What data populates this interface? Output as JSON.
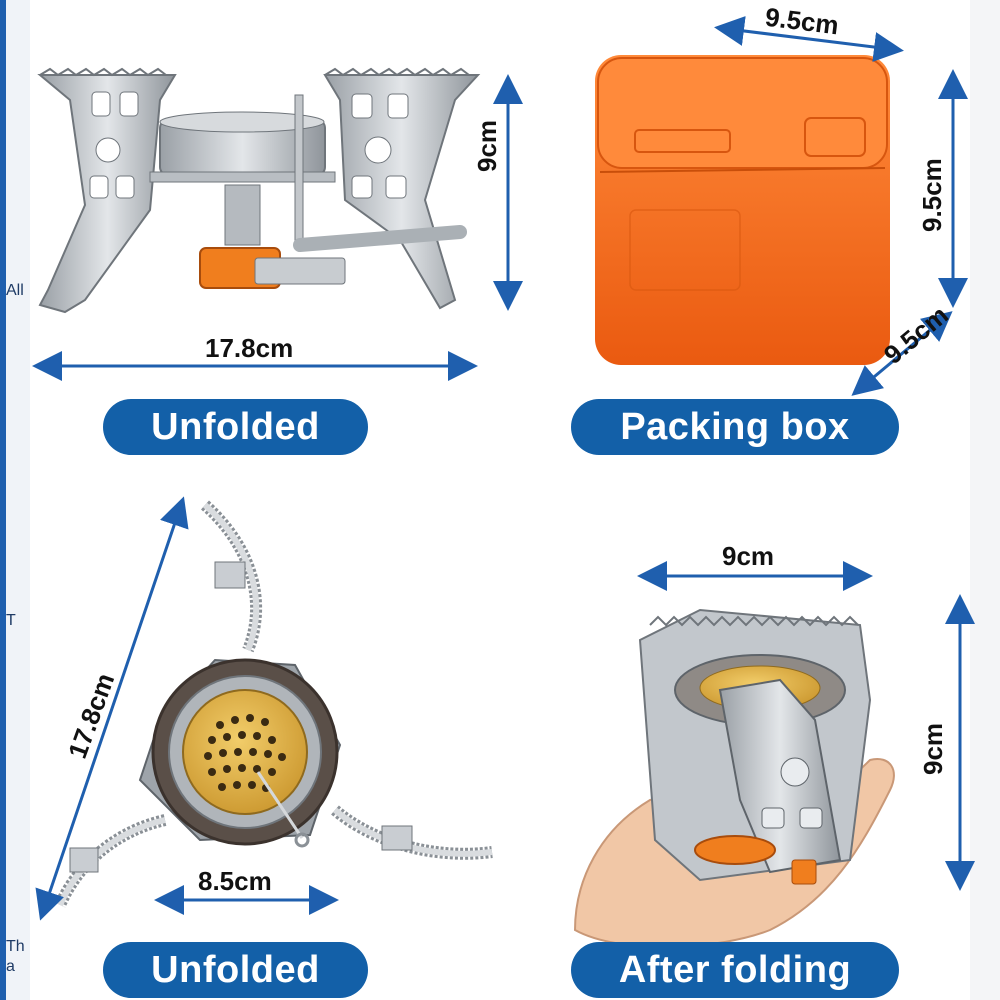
{
  "edge_fragments": [
    "All",
    "T",
    "Th",
    "a"
  ],
  "panels": {
    "top_left": {
      "label": "Unfolded",
      "dim_height": "9cm",
      "dim_width": "17.8cm"
    },
    "top_right": {
      "label": "Packing box",
      "dim_width": "9.5cm",
      "dim_height": "9.5cm",
      "dim_depth": "9.5cm"
    },
    "bottom_left": {
      "label": "Unfolded",
      "dim_diagonal": "17.8cm",
      "dim_width": "8.5cm"
    },
    "bottom_right": {
      "label": "After folding",
      "dim_width": "9cm",
      "dim_height": "9cm"
    }
  },
  "colors": {
    "pill": "#1360a8",
    "arrow": "#1f5fae",
    "box": "#f26a1b",
    "steel": "#c9cdd2",
    "brass": "#e0b23c"
  }
}
